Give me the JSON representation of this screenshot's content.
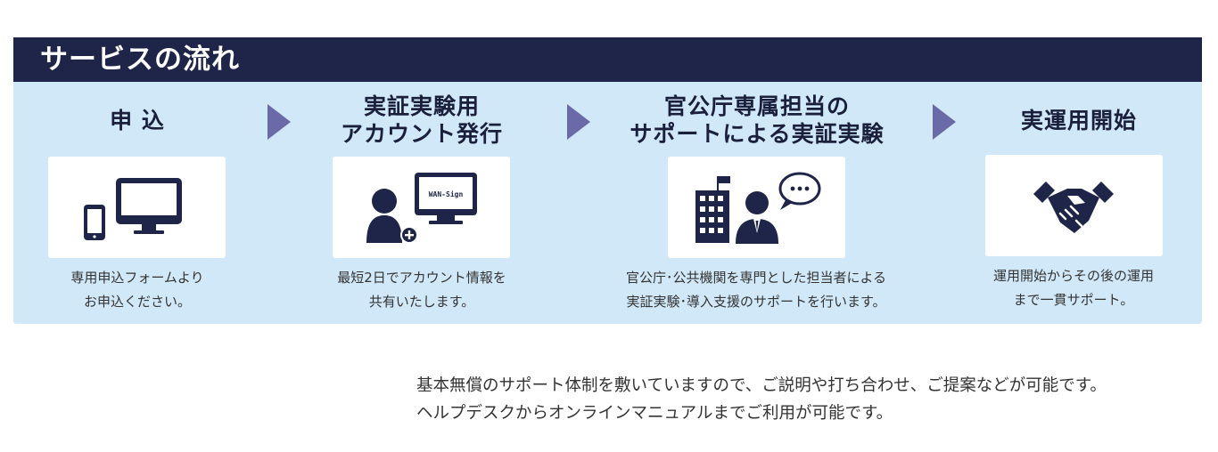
{
  "section": {
    "title": "サービスの流れ"
  },
  "steps": [
    {
      "title_lines": [
        "申 込"
      ],
      "desc_lines": [
        "専用申込フォームより",
        "お申込ください。"
      ],
      "icon": "devices-icon"
    },
    {
      "title_lines": [
        "実証実験用",
        "アカウント発行"
      ],
      "desc_lines": [
        "最短2日でアカウント情報を",
        "共有いたします。"
      ],
      "icon": "account-monitor-icon",
      "monitor_label": "WAN-Sign"
    },
    {
      "title_lines": [
        "官公庁専属担当の",
        "サポートによる実証実験"
      ],
      "desc_lines": [
        "官公庁･公共機関を専門とした担当者による",
        "実証実験･導入支援のサポートを行います。"
      ],
      "icon": "building-support-icon"
    },
    {
      "title_lines": [
        "実運用開始"
      ],
      "desc_lines": [
        "運用開始からその後の運用",
        "まで一貫サポート。"
      ],
      "icon": "handshake-icon"
    }
  ],
  "footer": {
    "lines": [
      "基本無償のサポート体制を敷いていますので、ご説明や打ち合わせ、ご提案などが可能です。",
      "ヘルプデスクからオンラインマニュアルまでご利用が可能です。"
    ]
  },
  "colors": {
    "navy": "#1e2548",
    "panel": "#d1e8f8",
    "arrow": "#6a6aa8"
  }
}
